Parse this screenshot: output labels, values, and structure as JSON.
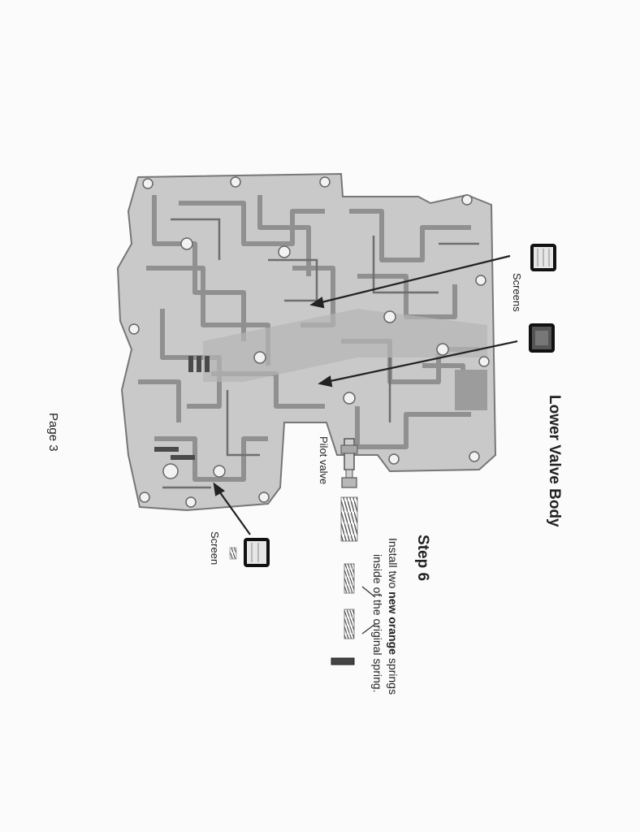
{
  "title": "Lower Valve Body",
  "step": {
    "heading": "Step 6",
    "line1_pre": "Install two ",
    "line1_bold": "new orange",
    "line1_post": " springs",
    "line2": "inside of the original spring."
  },
  "labels": {
    "screens": "Screens",
    "pilot_valve": "Pilot valve",
    "screen": "Screen"
  },
  "page_number": "Page 3",
  "images": {
    "valve_body": "lower-valve-body-photo",
    "screen_icon": "filter-screen-icon",
    "spring_icon": "spring-icon",
    "pilot_valve_icon": "pilot-valve-icon"
  }
}
